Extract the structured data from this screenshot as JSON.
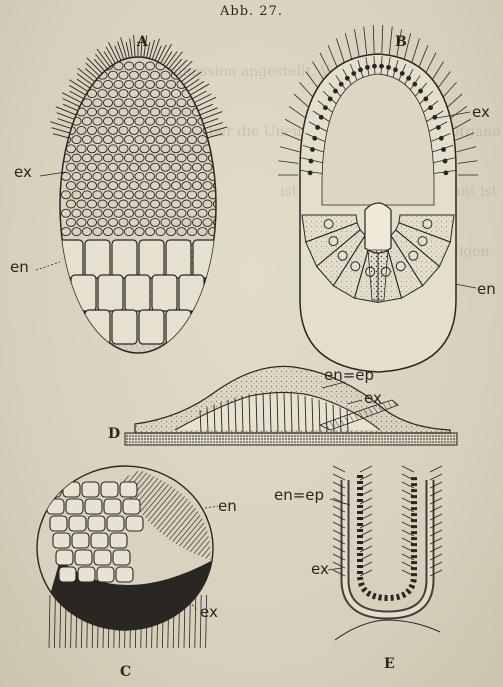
{
  "caption": "Abb. 27.",
  "bleed_lines": [
    "Commission angestellt. Versuche über",
    "über die Unempfindlichkeit dieser Organe",
    "ist die bei Naturen bekannt ist",
    "bei diesen zum lebendigen"
  ],
  "panels": {
    "a": {
      "letter": "A",
      "labels": {
        "ex": "ex",
        "en": "en"
      }
    },
    "b": {
      "letter": "B",
      "labels": {
        "ex": "ex",
        "en": "en"
      }
    },
    "c": {
      "letter": "C",
      "labels": {
        "en": "en",
        "ex": "ex"
      }
    },
    "d": {
      "letter": "D",
      "labels": {
        "en_ep": "en=ep",
        "ex": "ex"
      }
    },
    "e": {
      "letter": "E",
      "labels": {
        "en_ep": "en=ep",
        "ex": "ex"
      }
    }
  },
  "colors": {
    "ink": "#2a2622",
    "paper": "#ddd6c4",
    "shade": "#5a544c"
  }
}
